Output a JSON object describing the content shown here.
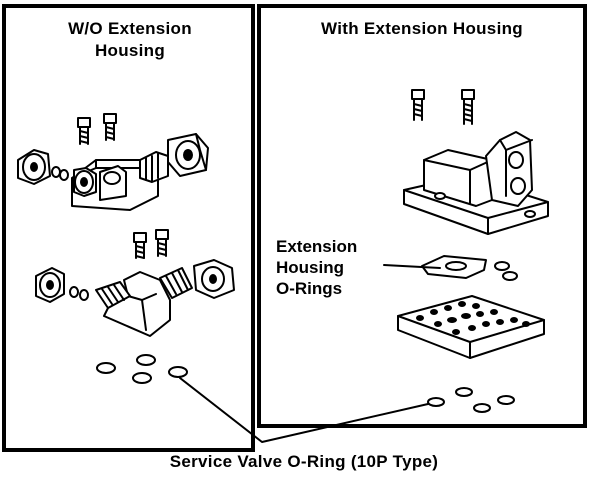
{
  "panels": {
    "left": {
      "title_line1": "W/O Extension",
      "title_line2": "Housing"
    },
    "right": {
      "title": "With Extension Housing"
    }
  },
  "callouts": {
    "extension": {
      "line1": "Extension",
      "line2": "Housing",
      "line3": "O-Rings"
    }
  },
  "caption": "Service Valve O-Ring (10P Type)",
  "icons": [
    "bolt-icon",
    "valve-body-icon",
    "elbow-fitting-icon",
    "fitting-nut-icon",
    "o-ring-icon",
    "extension-housing-icon",
    "valve-plate-icon",
    "gasket-icon"
  ]
}
